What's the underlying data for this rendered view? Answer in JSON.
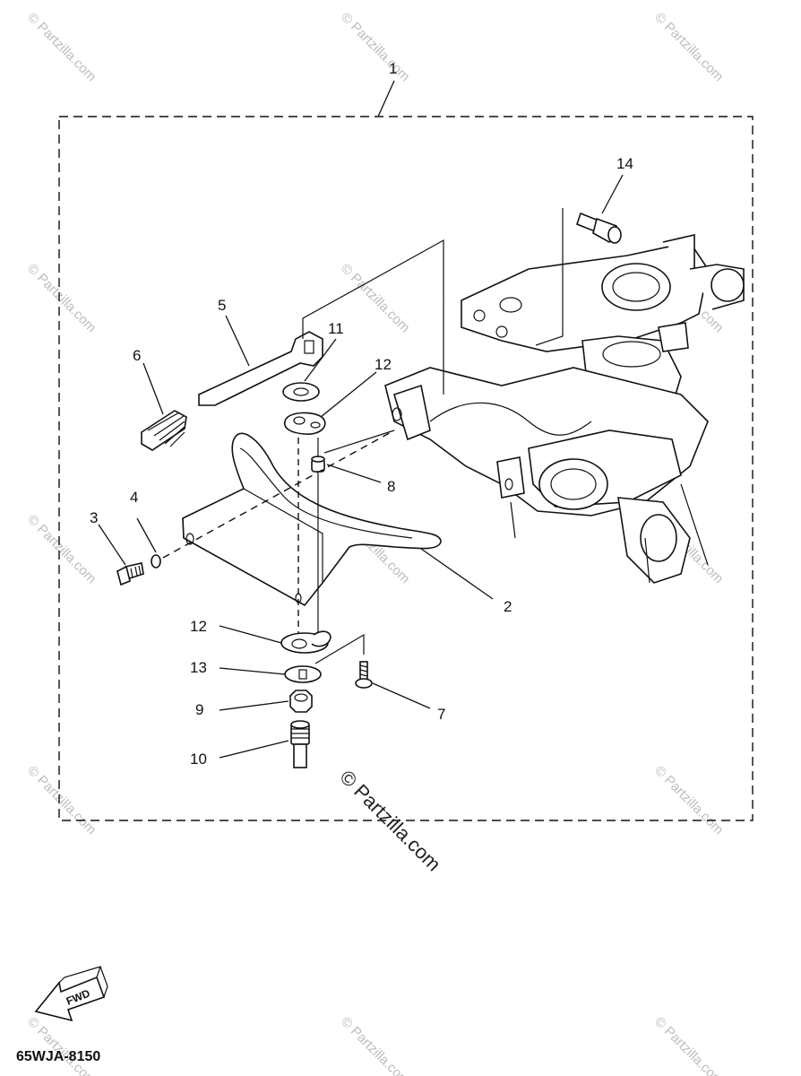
{
  "diagram": {
    "drawing_code": "65WJA-8150",
    "fwd_label": "FWD",
    "center_watermark": "© Partzilla.com",
    "tile_watermark": "© Partzilla.com",
    "callouts": {
      "c1": "1",
      "c2": "2",
      "c3": "3",
      "c4": "4",
      "c5": "5",
      "c6": "6",
      "c7": "7",
      "c8": "8",
      "c9": "9",
      "c10": "10",
      "c11": "11",
      "c12a": "12",
      "c12b": "12",
      "c13": "13",
      "c14": "14"
    }
  }
}
